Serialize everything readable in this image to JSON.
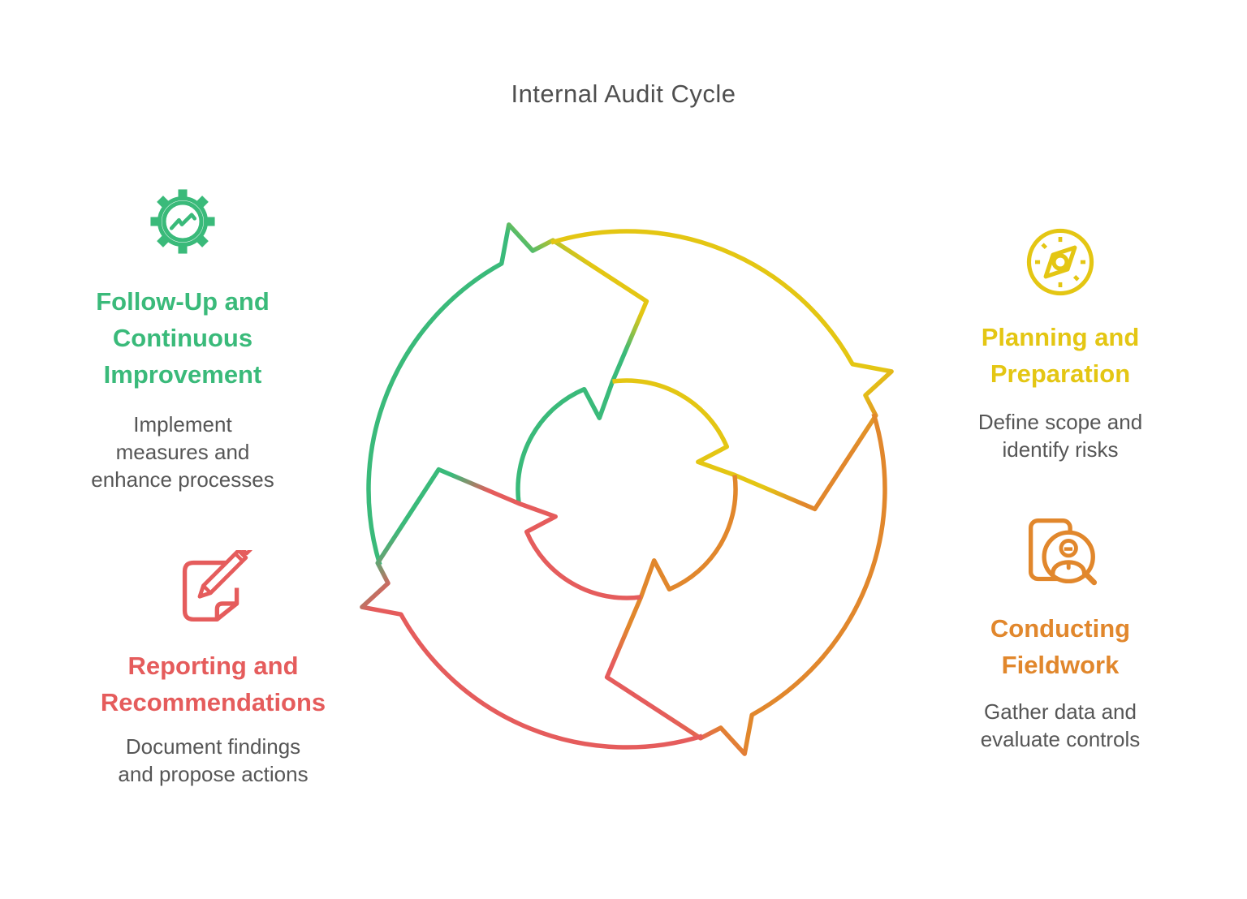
{
  "title": "Internal Audit Cycle",
  "palette": {
    "green": "#3aba7a",
    "yellow": "#e4c613",
    "orange": "#e1872c",
    "red": "#e55c5c",
    "title_gray": "#4f4f4f",
    "desc_gray": "#565656"
  },
  "cycle": {
    "direction": "clockwise",
    "arrows": [
      {
        "name": "follow-up-arrow",
        "from_color": "#3aba7a",
        "to_color": "#e4c613",
        "position": "left-to-top"
      },
      {
        "name": "planning-arrow",
        "from_color": "#e4c613",
        "to_color": "#e1872c",
        "position": "top-to-right"
      },
      {
        "name": "fieldwork-arrow",
        "from_color": "#e1872c",
        "to_color": "#e55c5c",
        "position": "right-to-bottom"
      },
      {
        "name": "reporting-arrow",
        "from_color": "#e55c5c",
        "to_color": "#3aba7a",
        "position": "bottom-to-left"
      }
    ]
  },
  "stages": [
    {
      "key": "planning",
      "icon": "compass-icon",
      "color": "#e4c613",
      "title_lines": [
        "Planning and",
        "Preparation"
      ],
      "desc_lines": [
        "Define scope and",
        "identify risks"
      ]
    },
    {
      "key": "fieldwork",
      "icon": "magnifier-person-document-icon",
      "color": "#e1872c",
      "title_lines": [
        "Conducting",
        "Fieldwork"
      ],
      "desc_lines": [
        "Gather data and",
        "evaluate controls"
      ]
    },
    {
      "key": "reporting",
      "icon": "document-pen-icon",
      "color": "#e55c5c",
      "title_lines": [
        "Reporting and",
        "Recommendations"
      ],
      "desc_lines": [
        "Document findings",
        "and propose actions"
      ]
    },
    {
      "key": "followup",
      "icon": "gear-trend-icon",
      "color": "#3aba7a",
      "title_lines": [
        "Follow-Up and",
        "Continuous",
        "Improvement"
      ],
      "desc_lines": [
        "Implement",
        "measures and",
        "enhance processes"
      ]
    }
  ]
}
